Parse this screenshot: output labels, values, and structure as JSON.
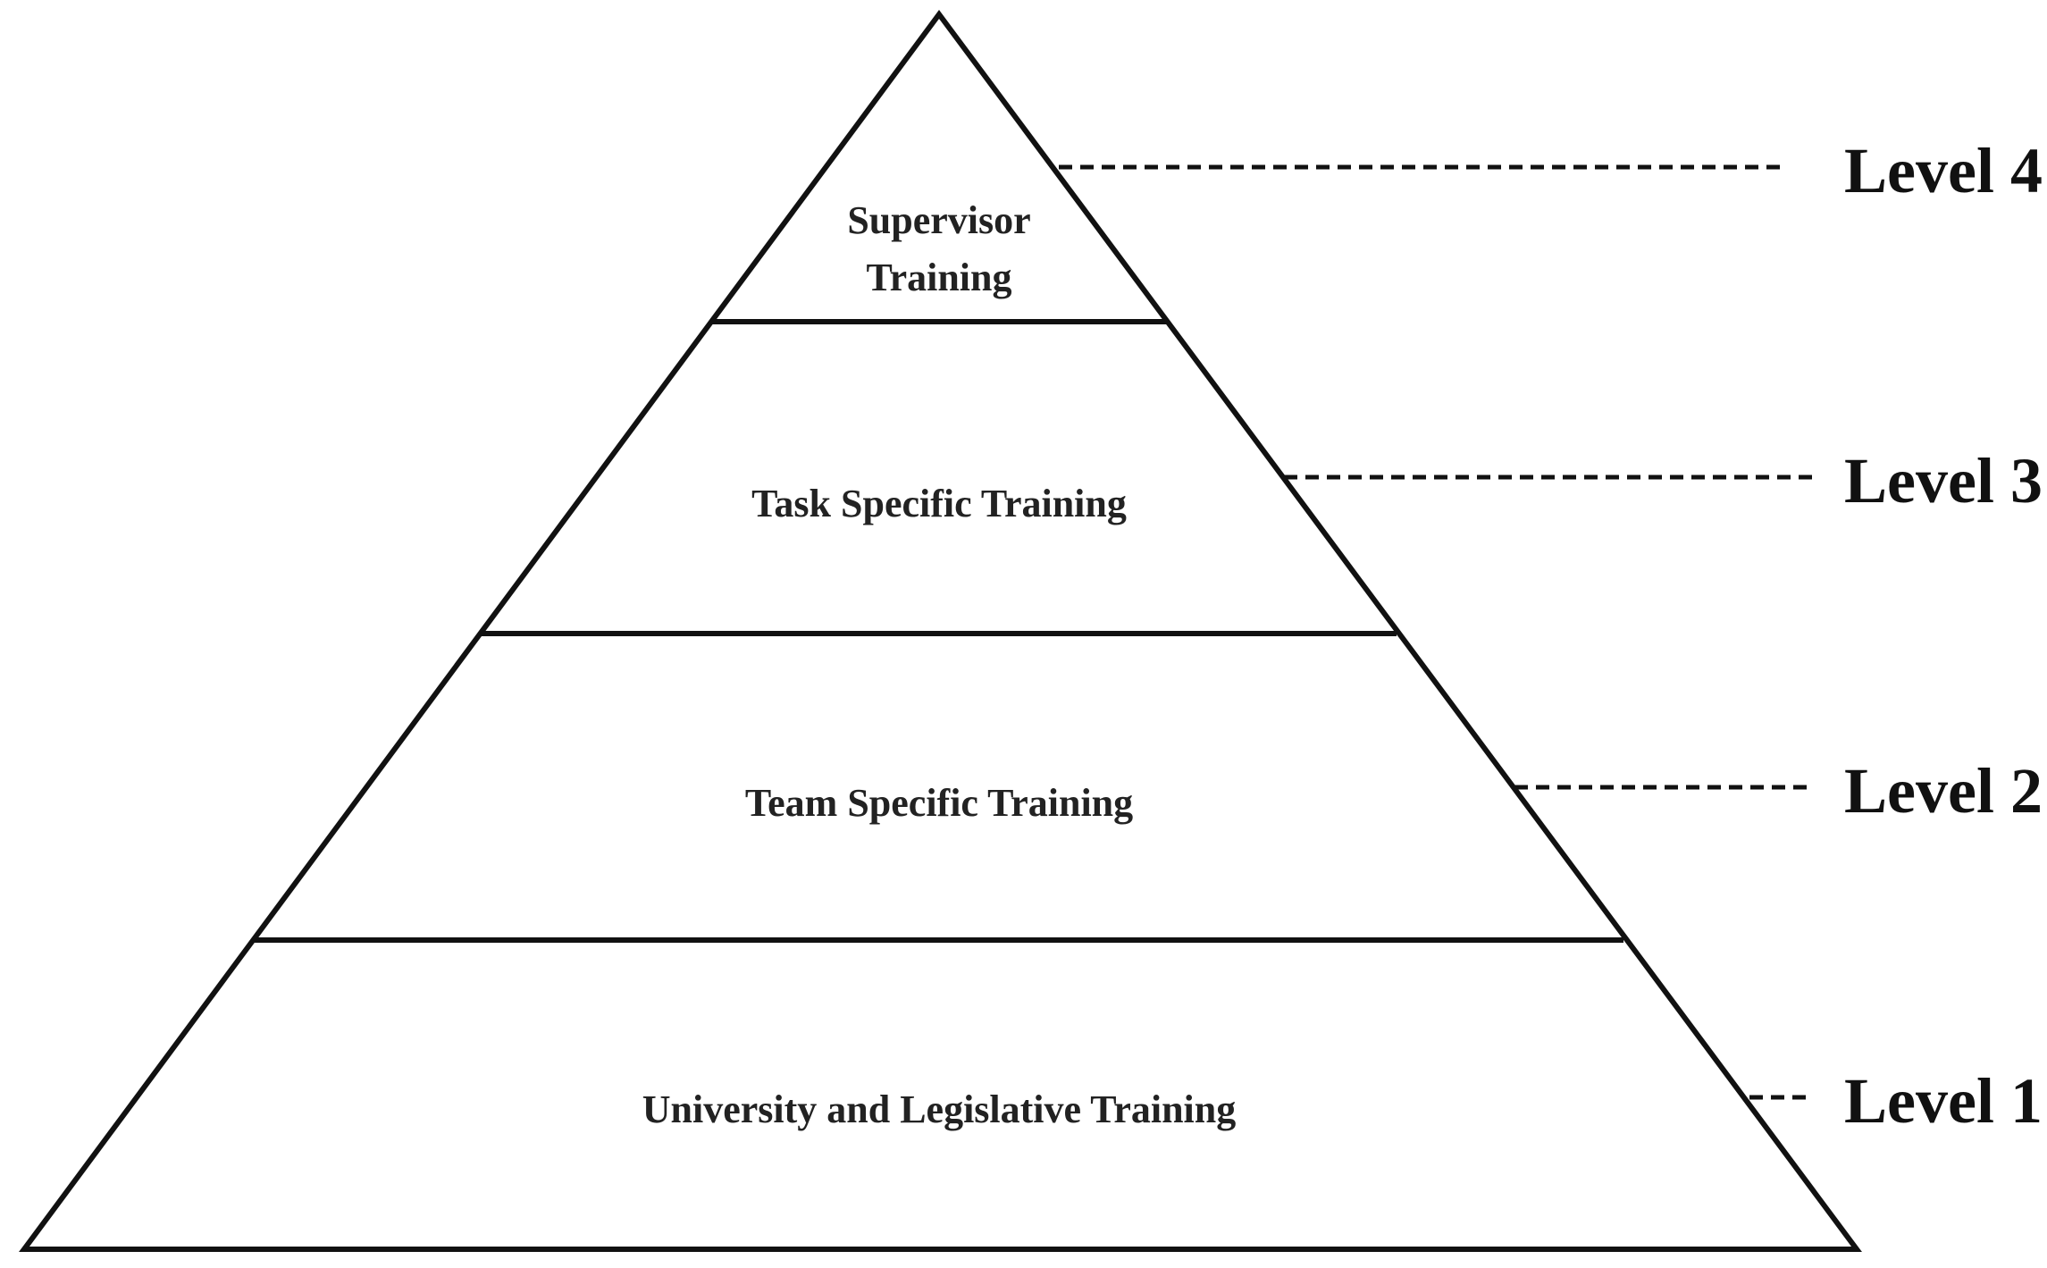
{
  "pyramid": {
    "layers": [
      {
        "lines": [
          "Supervisor",
          "Training"
        ]
      },
      {
        "lines": [
          "Task Specific Training"
        ]
      },
      {
        "lines": [
          "Team Specific Training"
        ]
      },
      {
        "lines": [
          "University and Legislative Training"
        ]
      }
    ],
    "levels": [
      "Level 4",
      "Level 3",
      "Level 2",
      "Level 1"
    ]
  }
}
